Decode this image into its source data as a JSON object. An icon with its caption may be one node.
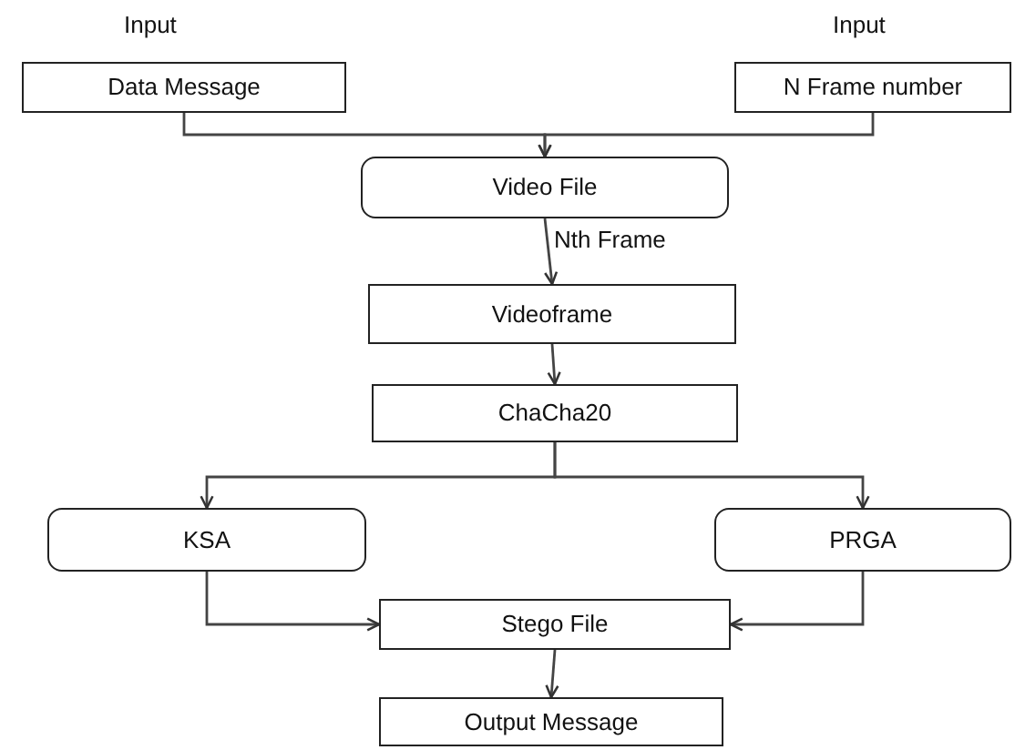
{
  "diagram": {
    "nodes": [
      {
        "text": [
          "Data Message"
        ]
      },
      {
        "text": [
          "N Frame number"
        ]
      },
      {
        "text": [
          "Video File"
        ]
      },
      {
        "text": [
          "Videoframe"
        ]
      },
      {
        "text": [
          "ChaCha20"
        ]
      },
      {
        "text": [
          "KSA"
        ]
      },
      {
        "text": [
          "PRGA"
        ]
      },
      {
        "text": [
          "Stego File"
        ]
      },
      {
        "text": [
          "Output Message"
        ]
      }
    ],
    "edges": [
      {
        "from": 0,
        "to": 2,
        "arrow": "to"
      },
      {
        "from": 1,
        "to": 2,
        "arrow": "to"
      },
      {
        "from": 2,
        "to": 3,
        "arrow": "to",
        "label": "Nth Frame"
      },
      {
        "from": 3,
        "to": 4,
        "arrow": "to"
      },
      {
        "from": 4,
        "to": 5,
        "arrow": "to"
      },
      {
        "from": 4,
        "to": 6,
        "arrow": "to"
      },
      {
        "from": 5,
        "to": 7,
        "arrow": "to"
      },
      {
        "from": 6,
        "to": 7,
        "arrow": "to"
      },
      {
        "from": 7,
        "to": 8,
        "arrow": "to"
      }
    ],
    "labels": [
      "Input",
      "Input"
    ]
  }
}
